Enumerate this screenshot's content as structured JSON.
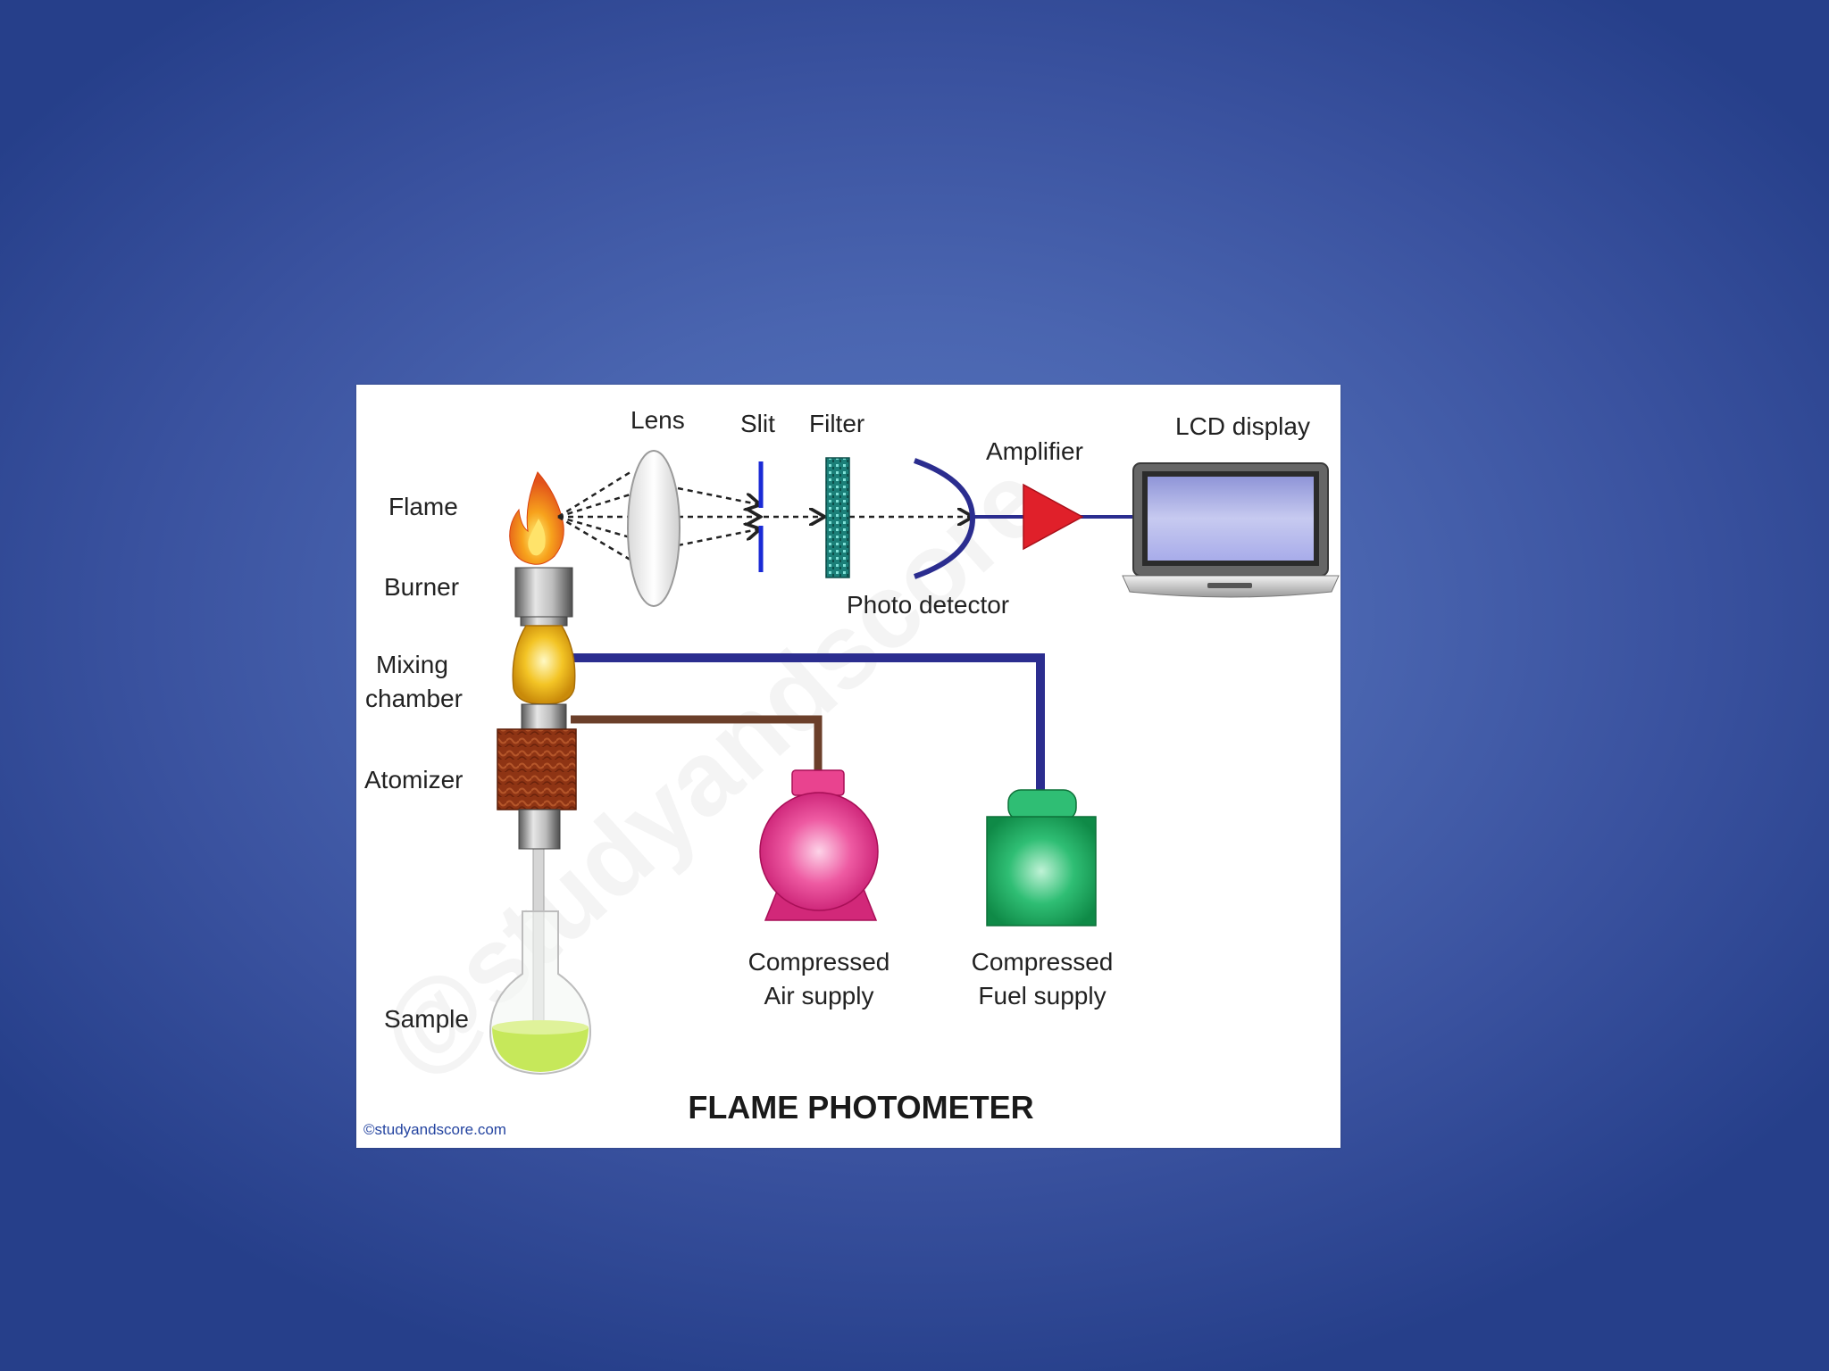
{
  "diagram": {
    "title": "FLAME PHOTOMETER",
    "credit": "©studyandscore.com",
    "watermark": "@studyandscore",
    "labels": {
      "flame": "Flame",
      "burner": "Burner",
      "mixing_chamber_1": "Mixing",
      "mixing_chamber_2": "chamber",
      "atomizer": "Atomizer",
      "sample": "Sample",
      "lens": "Lens",
      "slit": "Slit",
      "filter": "Filter",
      "amplifier": "Amplifier",
      "lcd_display": "LCD display",
      "photo_detector": "Photo detector",
      "air_supply_1": "Compressed",
      "air_supply_2": "Air supply",
      "fuel_supply_1": "Compressed",
      "fuel_supply_2": "Fuel supply"
    },
    "colors": {
      "slide_background": "#4a65b0",
      "fuel_line": "#2b2d8f",
      "air_line": "#6b3f2a",
      "flame": "#f07a12",
      "mixing_chamber": "#f4c81e",
      "atomizer": "#8e3414",
      "air_pump": "#e9438f",
      "fuel_tank": "#19a45a",
      "amplifier": "#e0202a",
      "sample_liquid": "#c6e85a"
    }
  }
}
